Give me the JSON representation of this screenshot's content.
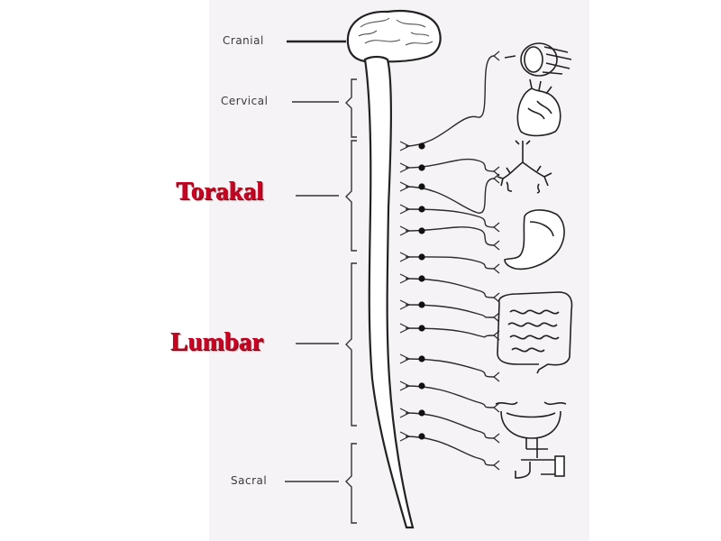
{
  "diagram": {
    "region_labels": {
      "cranial": "Cranial",
      "cervical": "Cervical",
      "torakal": "Torakal",
      "lumbar": "Lumbar",
      "sacral": "Sacral"
    },
    "colors": {
      "background": "#ffffff",
      "panel": "#f6f3f6",
      "ink": "#2b2b2b",
      "highlight_label": "#cc0022"
    },
    "organ_icons": [
      "eye-icon",
      "heart-icon",
      "lungs-bronchi-icon",
      "stomach-icon",
      "intestines-icon",
      "bladder-icon",
      "faucet-icon"
    ]
  }
}
